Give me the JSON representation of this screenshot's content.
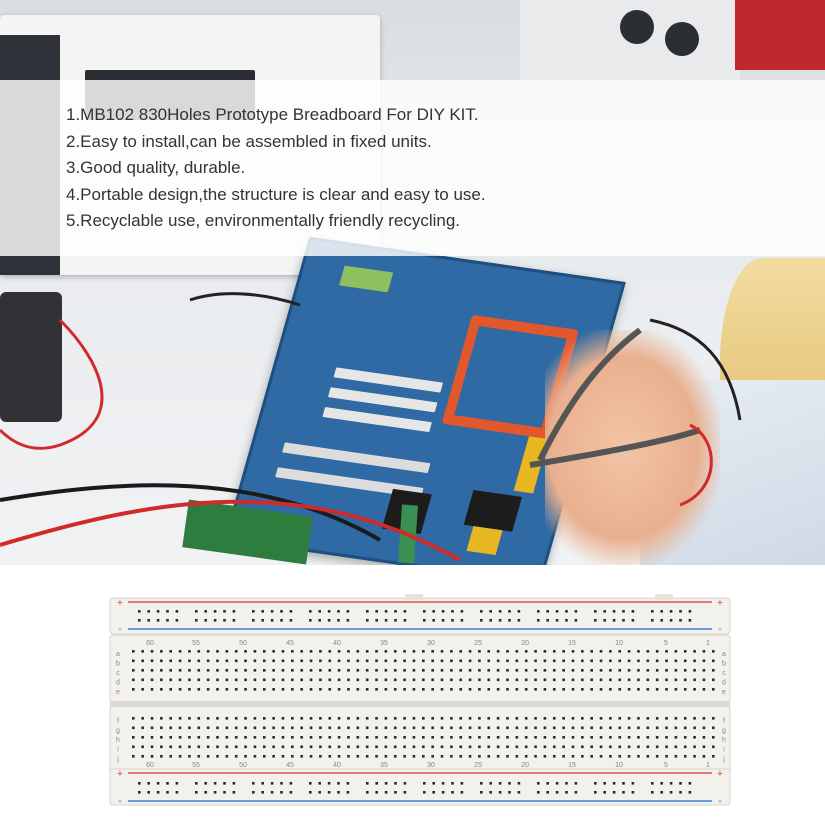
{
  "features": [
    "1.MB102 830Holes Prototype Breadboard For DIY KIT.",
    "2.Easy to install,can be assembled in fixed units.",
    "3.Good quality, durable.",
    "4.Portable design,the structure is clear and easy to use.",
    "5.Recyclable use, environmentally friendly recycling."
  ],
  "breadboard": {
    "plus_sign": "+",
    "minus_sign": "-",
    "column_numbers": [
      "60",
      "55",
      "50",
      "45",
      "40",
      "35",
      "30",
      "25",
      "20",
      "15",
      "10",
      "5",
      "1"
    ],
    "row_letters_top": [
      "a",
      "b",
      "c",
      "d",
      "e"
    ],
    "row_letters_bottom": [
      "f",
      "g",
      "h",
      "i",
      "j"
    ],
    "colors": {
      "body": "#f3f1ec",
      "hole": "#2a2a2a",
      "plus_rail": "#e0505a",
      "minus_rail": "#3a7fd0"
    }
  }
}
